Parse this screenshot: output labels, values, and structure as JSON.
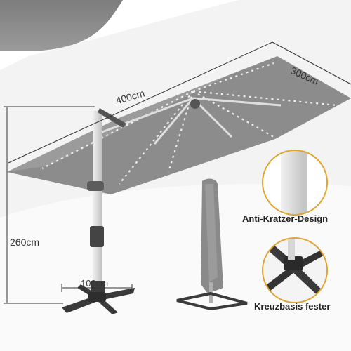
{
  "dimensions": {
    "canopy_width": "300cm",
    "canopy_length": "400cm",
    "height": "260cm",
    "base_width": "100cm"
  },
  "features": {
    "anti_scratch": "Anti-Kratzer-Design",
    "cross_base": "Kreuzbasis fester"
  },
  "colors": {
    "canopy": "#8e8e8e",
    "pole": "#e3e3e3",
    "background_band": "#7a7a7a",
    "accent_ring": "#e0a531"
  }
}
